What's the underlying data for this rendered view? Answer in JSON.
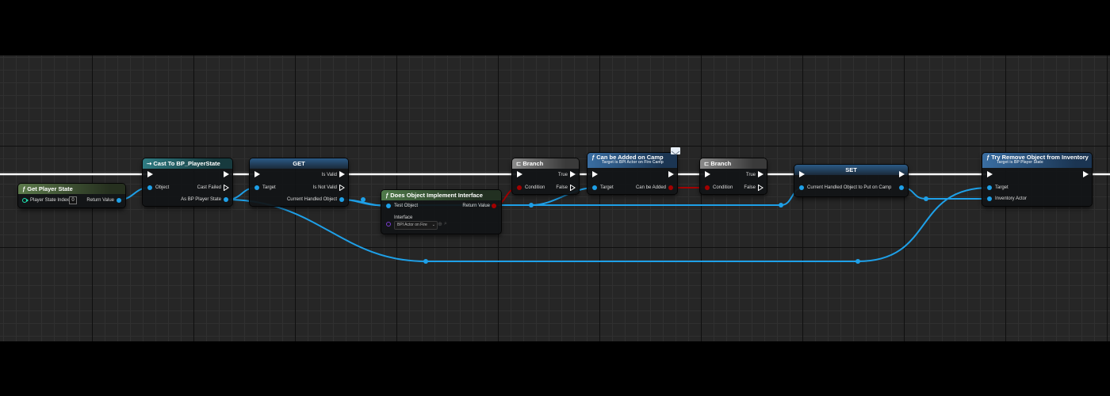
{
  "nodes": {
    "get_player_state": {
      "title": "Get Player State",
      "title_icon": "function-icon",
      "pin_player_state_index": "Player State Index",
      "index_value": "0",
      "pin_return_value": "Return Value"
    },
    "cast": {
      "title": "Cast To BP_PlayerState",
      "title_icon": "cast-icon",
      "pin_object": "Object",
      "pin_cast_failed": "Cast Failed",
      "pin_as": "As BP Player State"
    },
    "get": {
      "title": "GET",
      "pin_target": "Target",
      "pin_is_valid": "Is Valid",
      "pin_is_not_valid": "Is Not Valid",
      "pin_current": "Current Handled Object"
    },
    "implements": {
      "title": "Does Object Implement Interface",
      "title_icon": "function-icon",
      "pin_test_object": "Test Object",
      "pin_return_value": "Return Value",
      "pin_interface": "Interface",
      "interface_value": "BPI Actor on Fire"
    },
    "branch1": {
      "title": "Branch",
      "title_icon": "branch-icon",
      "pin_condition": "Condition",
      "pin_true": "True",
      "pin_false": "False"
    },
    "can_add": {
      "title": "Can be Added on Camp",
      "subtitle": "Target is BPI Actor on Fire Camp",
      "title_icon": "function-icon",
      "badge_icon": "message-icon",
      "pin_target": "Target",
      "pin_can_be_added": "Can be Added"
    },
    "branch2": {
      "title": "Branch",
      "title_icon": "branch-icon",
      "pin_condition": "Condition",
      "pin_true": "True",
      "pin_false": "False"
    },
    "set": {
      "title": "SET",
      "pin_current": "Current Handled Object to Put on Camp"
    },
    "try_remove": {
      "title": "Try Remove Object from Inventory",
      "subtitle": "Target is BP Player State",
      "title_icon": "function-icon",
      "pin_target": "Target",
      "pin_inventory_actor": "Inventory Actor"
    }
  },
  "colors": {
    "exec_wire": "#ffffff",
    "object_wire": "#1ea0e8",
    "bool_wire": "#a30000",
    "background": "#262626"
  }
}
